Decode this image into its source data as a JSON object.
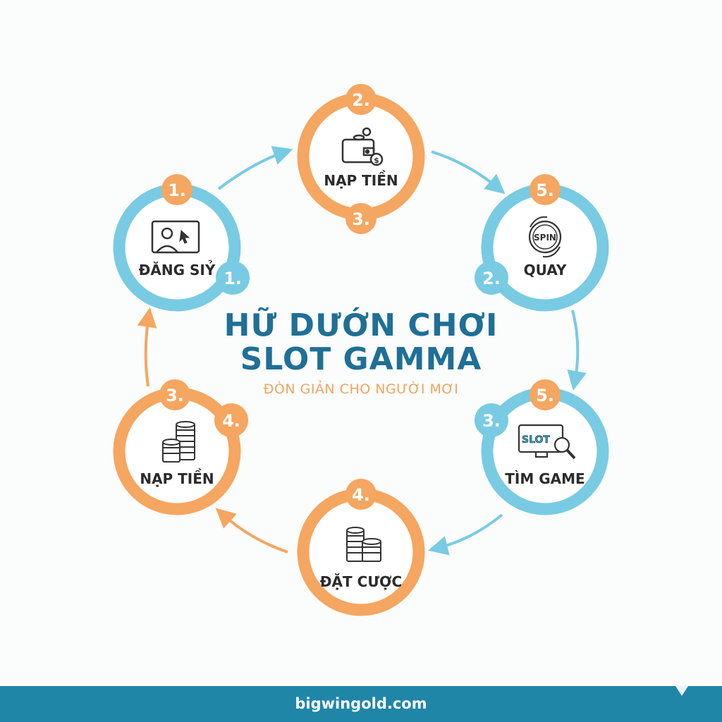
{
  "title_line1": "HỮ DƯỚN CHƠI",
  "title_line2": "SLOT GAMMA",
  "subtitle": "ĐÒN GIẢN CHO NGƯỜI MƠI",
  "footer": "bigwingold.com",
  "colors": {
    "orange": "#f5a660",
    "blue": "#78cbe2",
    "title": "#1f6f96",
    "footer": "#1f86a8"
  },
  "steps": [
    {
      "id": "register",
      "label": "ĐĂNG SIỶ",
      "icon": "profile-card-icon",
      "color": "blue",
      "badges": [
        "1.",
        "1."
      ]
    },
    {
      "id": "deposit-top",
      "label": "NẠP TIỀN",
      "icon": "wallet-coin-icon",
      "color": "orange",
      "badges": [
        "2.",
        "3."
      ]
    },
    {
      "id": "spin",
      "label": "QUAY",
      "icon": "spin-icon",
      "color": "blue",
      "badges": [
        "5.",
        "2."
      ]
    },
    {
      "id": "find-game",
      "label": "TÌM GAME",
      "icon": "slot-search-icon",
      "color": "blue",
      "badges": [
        "5.",
        "3."
      ]
    },
    {
      "id": "bet",
      "label": "ĐẶT CƯỢC",
      "icon": "coin-stack-icon",
      "color": "orange",
      "badges": [
        "4."
      ]
    },
    {
      "id": "deposit-left",
      "label": "NẠP TIỀN",
      "icon": "coin-stacks-icon",
      "color": "orange",
      "badges": [
        "3.",
        "4."
      ]
    }
  ],
  "spin_icon_text": "SPIN",
  "slot_icon_text": "SLOT"
}
